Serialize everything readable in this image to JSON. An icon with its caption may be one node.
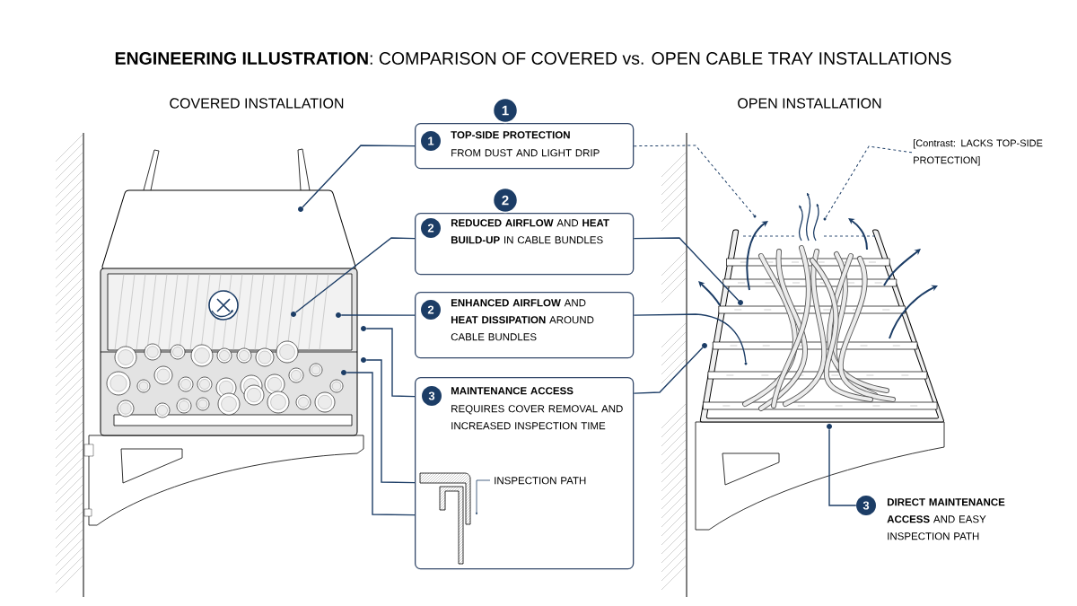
{
  "diagram": {
    "title": "**ENGINEERING ILLUSTRATION**: COMPARISON OF COVERED vs. OPEN CABLE TRAY INSTALLATIONS",
    "nodes": [
      {
        "text": [
          "1",
          "TOP-SIDE PROTECTION",
          "FROM DUST AND LIGHT DRIP"
        ],
        "beside": [
          "1"
        ]
      },
      {
        "text": [
          "2",
          "**REDUCED AIRFLOW** AND **HEAT BUILD-UP** IN CABLE BUNDLES"
        ],
        "beside": [
          "2"
        ]
      },
      {
        "text": [
          "2",
          "**ENHANCED AIRFLOW** AND **HEAT DISSIPATION** AROUND CABLE BUNDLES"
        ]
      },
      {
        "text": [
          "3",
          "MAINTENANCE ACCESS",
          "REQUIRES COVER REMOVAL AND INCREASED INSPECTION TIME",
          "INSPECTION PATH"
        ]
      },
      {
        "text": [
          "3",
          "**DIRECT MAINTENANCE ACCESS** AND EASY INSPECTION PATH"
        ]
      },
      {
        "text": [
          "[Contrast: LACKS TOP-SIDE PROTECTION]"
        ]
      },
      {
        "text": [],
        "shape": "picture"
      },
      {
        "text": [],
        "shape": "picture"
      },
      {
        "text": [],
        "shape": "picture"
      },
      {
        "text": [],
        "shape": "picture"
      },
      {
        "text": [],
        "shape": "picture"
      },
      {
        "text": [],
        "shape": "picture"
      },
      {
        "text": [],
        "shape": "picture"
      },
      {
        "text": [],
        "shape": "picture"
      },
      {
        "text": [],
        "shape": "picture"
      },
      {
        "text": [],
        "shape": "picture"
      },
      {
        "text": [],
        "shape": "picture"
      },
      {
        "text": [],
        "shape": "picture"
      }
    ],
    "edges": [
      {
        "from": 0,
        "to": 6,
        "arrow": "none"
      },
      {
        "from": 1,
        "to": 7,
        "arrow": "none"
      },
      {
        "from": 2,
        "to": 8,
        "arrow": "none"
      },
      {
        "from": 3,
        "to": 9,
        "arrow": "none"
      },
      {
        "from": 3,
        "to": 10,
        "arrow": "none"
      },
      {
        "from": 3,
        "to": 11,
        "arrow": "none"
      },
      {
        "from": 0,
        "to": 12,
        "arrow": "none",
        "style": "dashed"
      },
      {
        "from": 5,
        "to": 13,
        "arrow": "none",
        "style": "dashed"
      },
      {
        "from": 1,
        "to": 14,
        "arrow": "none"
      },
      {
        "from": 2,
        "to": 15,
        "arrow": "none"
      },
      {
        "from": 3,
        "to": 16,
        "arrow": "none"
      },
      {
        "from": 4,
        "to": 17,
        "arrow": "none"
      }
    ],
    "labels": [
      "COVERED INSTALLATION",
      "OPEN INSTALLATION"
    ]
  }
}
